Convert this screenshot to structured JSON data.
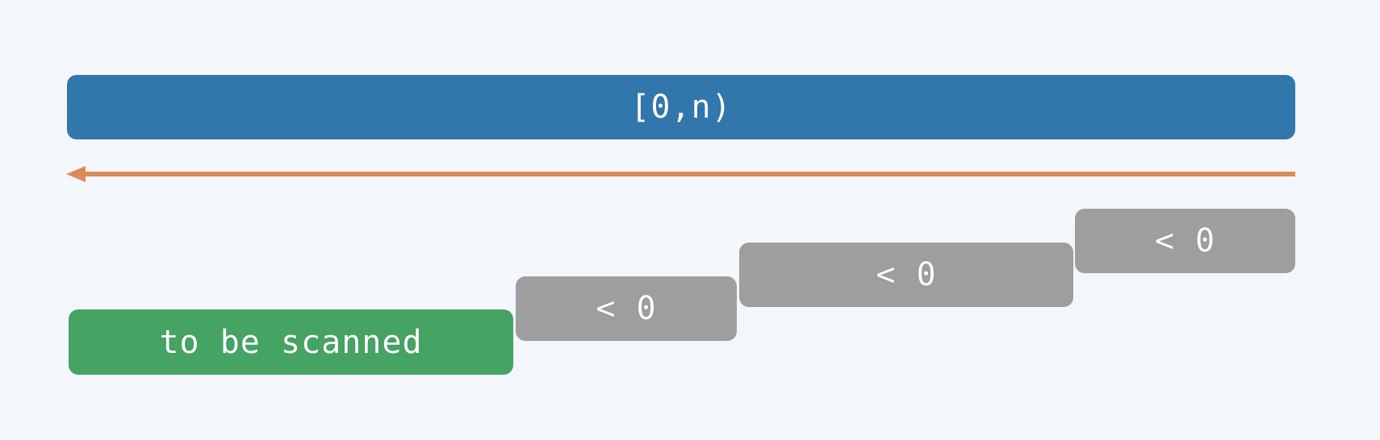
{
  "range": {
    "label": "[0,n)"
  },
  "scan": {
    "label": "to be scanned"
  },
  "segments": [
    {
      "label": "< 0"
    },
    {
      "label": "< 0"
    },
    {
      "label": "< 0"
    }
  ],
  "colors": {
    "range": "#3277ab",
    "scan": "#45a464",
    "segment": "#9e9e9e",
    "arrow": "#d98c5a",
    "background": "#f3f7fc"
  },
  "arrow": {
    "direction": "left"
  }
}
